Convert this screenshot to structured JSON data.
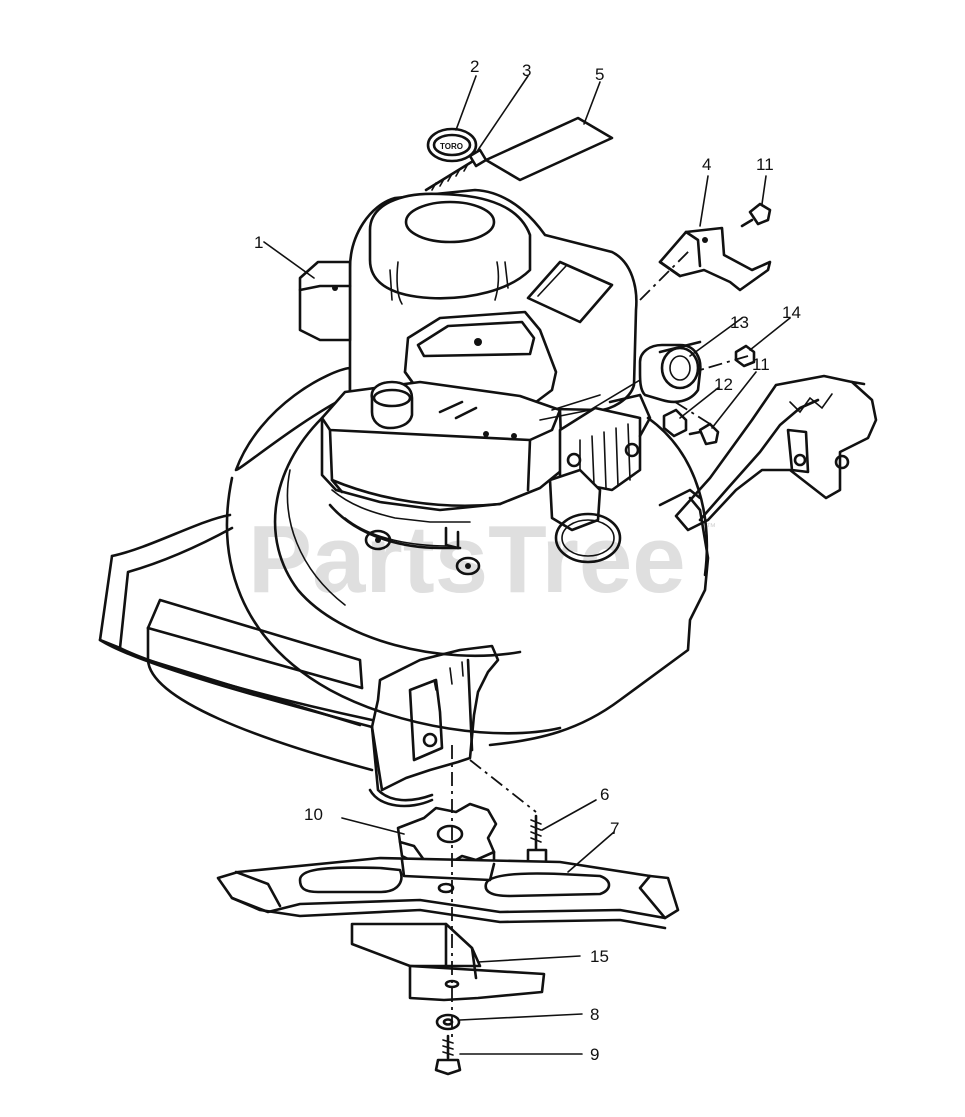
{
  "watermark": {
    "text": "PartsTree",
    "trademark": "™"
  },
  "callouts": [
    "1",
    "2",
    "3",
    "4",
    "5",
    "6",
    "7",
    "8",
    "9",
    "10",
    "11",
    "11",
    "12",
    "13",
    "14",
    "15"
  ]
}
